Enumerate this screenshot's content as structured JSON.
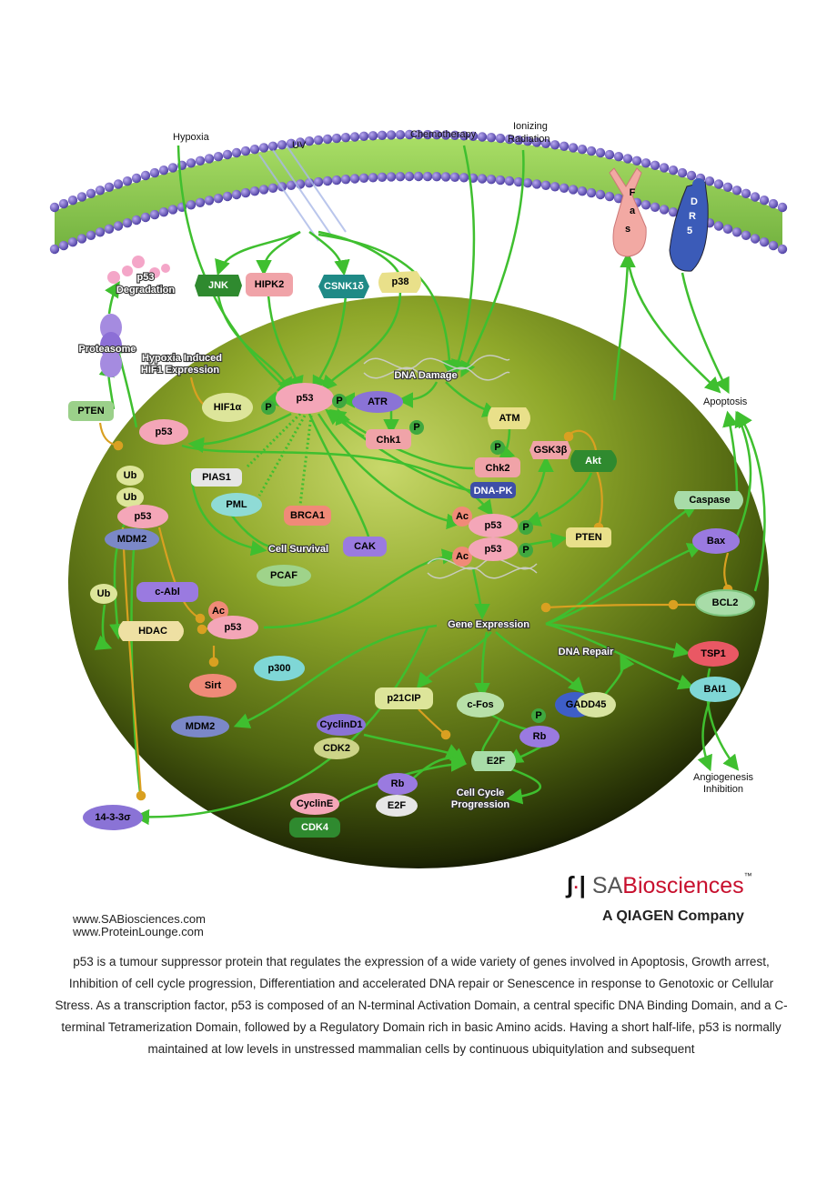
{
  "stimuli": {
    "hypoxia": "Hypoxia",
    "uv": "UV",
    "chemotherapy": "Chemotherapy",
    "ionizing_line1": "Ionizing",
    "ionizing_line2": "Radiation"
  },
  "receptors": {
    "fas": [
      "F",
      "a",
      "s"
    ],
    "dr5": [
      "D",
      "R",
      "5"
    ]
  },
  "nodes": {
    "jnk": "JNK",
    "hipk2": "HIPK2",
    "csnk1d": "CSNK1δ",
    "p38": "p38",
    "p53_main": "p53",
    "hif1a": "HIF1α",
    "atr": "ATR",
    "chk1": "Chk1",
    "atm": "ATM",
    "chk2": "Chk2",
    "dnapk": "DNA-PK",
    "gsk3b": "GSK3β",
    "akt": "Akt",
    "pten_right": "PTEN",
    "pten_left": "PTEN",
    "p53_left": "p53",
    "pias1": "PIAS1",
    "pml": "PML",
    "brca1": "BRCA1",
    "cak": "CAK",
    "ub1": "Ub",
    "ub2": "Ub",
    "ub3": "Ub",
    "p53_mdm": "p53",
    "mdm2_top": "MDM2",
    "cabl": "c-Abl",
    "pcaf": "PCAF",
    "hdac": "HDAC",
    "ac_center": "Ac",
    "p53_center": "p53",
    "sirt": "Sirt",
    "p300": "p300",
    "mdm2_bottom": "MDM2",
    "ac1": "Ac",
    "ac2": "Ac",
    "p53_a": "p53",
    "p53_b": "p53",
    "p21cip": "p21CIP",
    "cfos": "c-Fos",
    "gadd45": "GADD45",
    "cyclind1": "CyclinD1",
    "cdk2": "CDK2",
    "rb_right": "Rb",
    "e2f_right": "E2F",
    "rb_left": "Rb",
    "e2f_left": "E2F",
    "cycline": "CyclinE",
    "cdk4": "CDK4",
    "caspase": "Caspase",
    "bax": "Bax",
    "bcl2": "BCL2",
    "tsp1": "TSP1",
    "bai1": "BAI1",
    "p1433": "14-3-3σ",
    "proteasome": "Proteasome",
    "phospho": "P"
  },
  "labels": {
    "p53_degradation_1": "p53",
    "p53_degradation_2": "Degradation",
    "hypoxia_hif_1": "Hypoxia Induced",
    "hypoxia_hif_2": "HIF1 Expression",
    "dna_damage": "DNA Damage",
    "cell_survival": "Cell Survival",
    "gene_expression": "Gene Expression",
    "dna_repair": "DNA Repair",
    "apoptosis": "Apoptosis",
    "angio_1": "Angiogenesis",
    "angio_2": "Inhibition",
    "cellcycle_1": "Cell Cycle",
    "cellcycle_2": "Progression"
  },
  "brand": {
    "sa": "SA",
    "bio": "Biosciences",
    "tm": "™",
    "tagline": "A QIAGEN Company"
  },
  "urls": [
    "www.SABiosciences.com",
    "www.ProteinLounge.com"
  ],
  "caption": "p53 is a tumour suppressor protein that regulates the expression of a wide variety of genes involved in Apoptosis, Growth arrest, Inhibition of cell cycle progression, Differentiation and accelerated DNA repair or Senescence in response to Genotoxic or Cellular Stress. As a transcription factor, p53 is composed of an N-terminal Activation Domain, a central specific DNA Binding Domain, and a C-terminal Tetramerization Domain, followed by a Regulatory Domain rich in basic Amino acids. Having a short half-life, p53 is normally maintained at low levels in unstressed mammalian cells by continuous ubiquitylation and subsequent",
  "colors": {
    "nucleus": "#6e8a1a",
    "membrane": "#7cc43a",
    "arrow": "#3fbf2f",
    "inhibition": "#d9a021",
    "p53": "#f4a6b8",
    "brand_red": "#c8102e"
  }
}
